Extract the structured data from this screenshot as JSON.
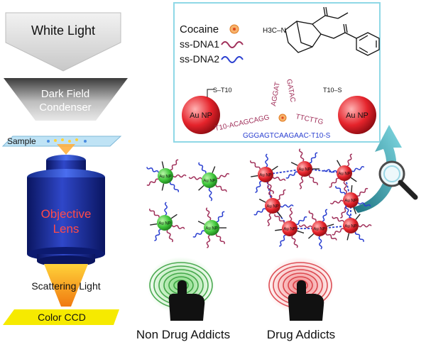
{
  "microscope": {
    "light_source": "White Light",
    "condenser_line1": "Dark Field",
    "condenser_line2": "Condenser",
    "sample": "Sample",
    "objective_line1": "Objective",
    "objective_line2": "Lens",
    "scattering": "Scattering Light",
    "detector": "Color CCD"
  },
  "inset": {
    "legend": {
      "cocaine": "Cocaine",
      "dna1": "ss-DNA1",
      "dna2": "ss-DNA2"
    },
    "molecule_label": "H3C–N",
    "nanoparticle_label": "Au NP",
    "left_linker": "S–T10",
    "right_linker": "T10–S",
    "strand_top": "-T10-ACAGCAGG",
    "strand_bottom": "GGGAGTCAAGAAC-T10-S",
    "loop_left": "AGGAT",
    "loop_right": "GATAC",
    "stem_right": "TTCTTG"
  },
  "groups": {
    "non_addicts": "Non Drug Addicts",
    "addicts": "Drug Addicts"
  },
  "colors": {
    "dna1": "#a0305a",
    "dna2": "#2a3fd0",
    "green_np": "#3fc63a",
    "red_np": "#e5232b",
    "inset_border": "#8fd8e6"
  }
}
